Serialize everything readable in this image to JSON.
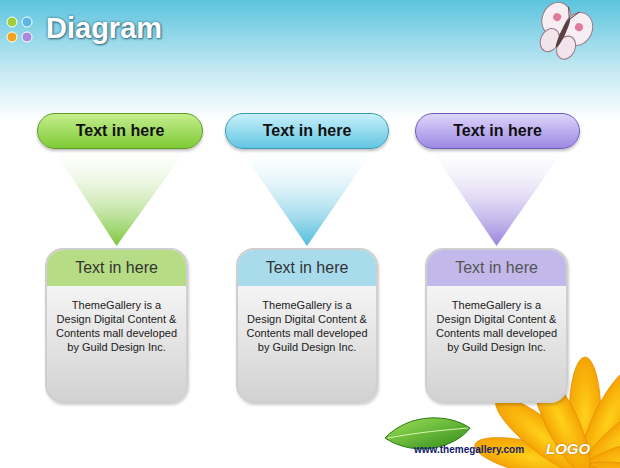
{
  "diagram": {
    "title": "Diagram",
    "nodes": [
      {
        "text": [
          "Text in here"
        ]
      },
      {
        "text": [
          "Text in here"
        ]
      },
      {
        "text": [
          "Text in here"
        ]
      },
      {
        "text": [
          "Text in here",
          "ThemeGallery is a Design Digital Content & Contents mall developed by Guild Design Inc."
        ]
      },
      {
        "text": [
          "Text in here",
          "ThemeGallery is a Design Digital Content & Contents mall developed by Guild Design Inc."
        ]
      },
      {
        "text": [
          "Text in here",
          "ThemeGallery is a Design Digital Content & Contents mall developed by Guild Design Inc."
        ]
      }
    ],
    "edges": [
      {
        "from": 0,
        "to": 3,
        "arrow": "none"
      },
      {
        "from": 1,
        "to": 4,
        "arrow": "none"
      },
      {
        "from": 2,
        "to": 5,
        "arrow": "none"
      }
    ],
    "labels": [
      "www.themegallery.com",
      "LOGO"
    ]
  }
}
